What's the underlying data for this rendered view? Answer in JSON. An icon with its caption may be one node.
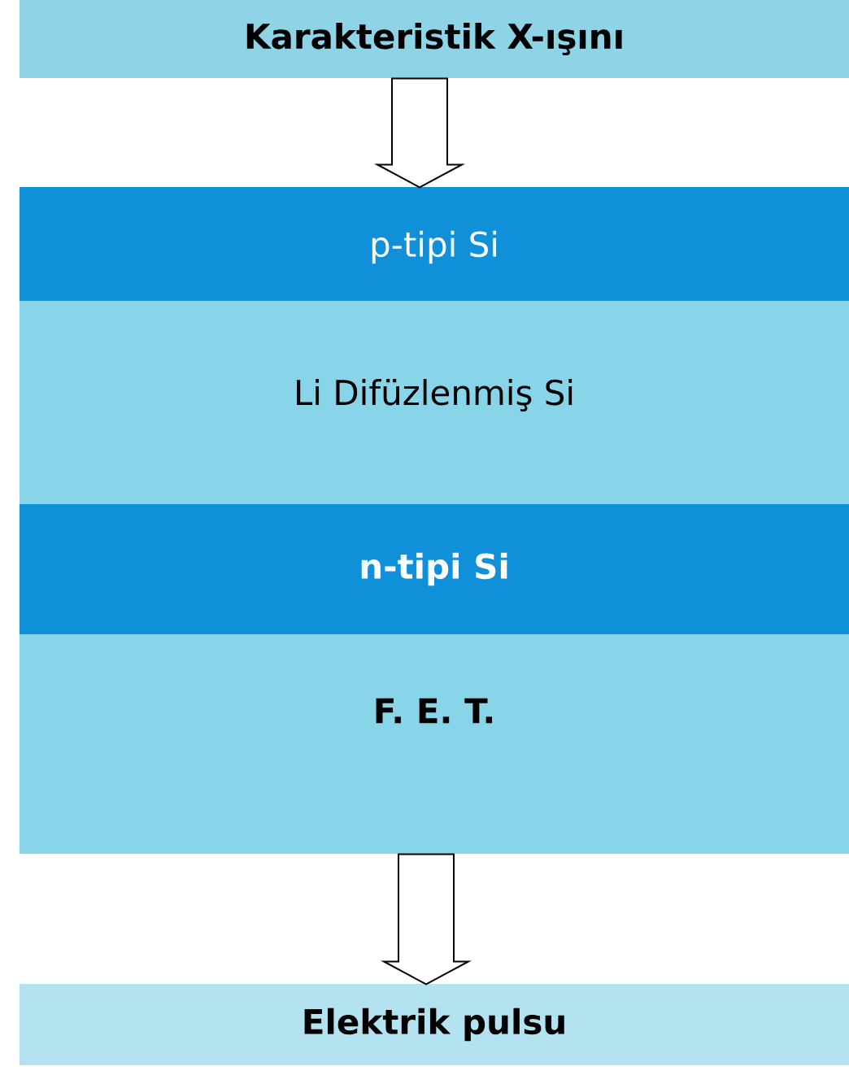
{
  "diagram": {
    "nodes": [
      {
        "text": [
          "Karakteristik X-ışını"
        ]
      },
      {
        "text": [
          "p-tipi Si"
        ]
      },
      {
        "text": [
          "Li Difüzlenmiş Si"
        ]
      },
      {
        "text": [
          "n-tipi Si"
        ]
      },
      {
        "text": [
          "F. E. T."
        ]
      },
      {
        "text": [
          "Elektrik pulsu"
        ]
      }
    ],
    "edges": [
      {
        "from": 0,
        "to": 1,
        "arrow": "to"
      },
      {
        "from": 4,
        "to": 5,
        "arrow": "to"
      }
    ]
  }
}
